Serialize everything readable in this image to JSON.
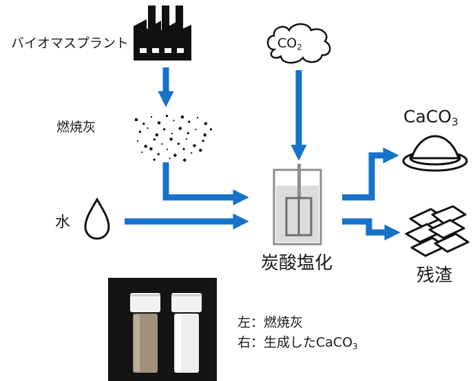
{
  "labels": {
    "biomass_plant": "バイオマスプラント",
    "combustion_ash": "燃焼灰",
    "water": "水",
    "carbonation": "炭酸塩化",
    "residue": "残渣"
  },
  "co2": {
    "main": "CO",
    "sub": "2"
  },
  "caco3": {
    "main": "CaCO",
    "sub": "3"
  },
  "legend": {
    "left": "左：燃焼灰",
    "right_prefix": "右：生成したCaCO",
    "right_sub": "3"
  },
  "colors": {
    "arrow": "#1673c9",
    "icon": "#111111",
    "reactor": "#8e8e8e"
  }
}
